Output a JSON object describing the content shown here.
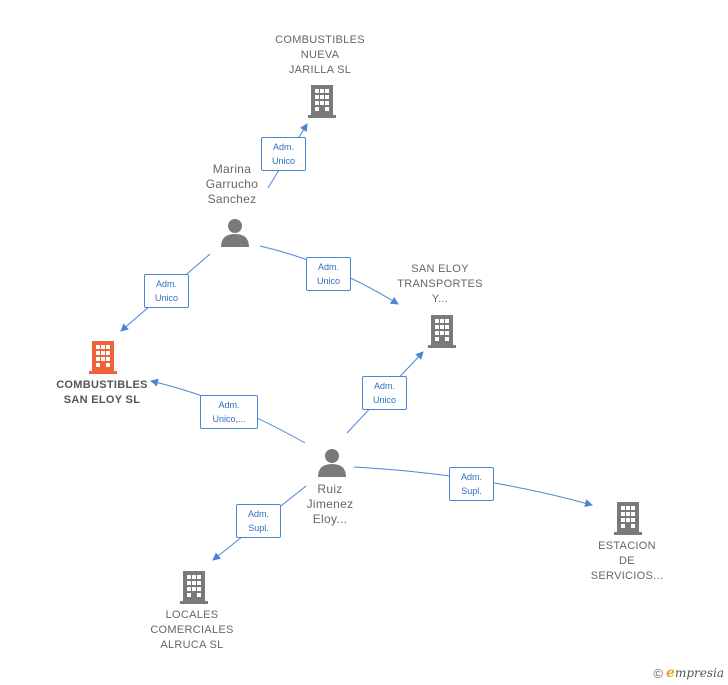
{
  "colors": {
    "edge": "#4a86d4",
    "node_gray": "#7a7a7a",
    "node_focus": "#f0623a"
  },
  "nodes": {
    "combustibles_nueva_jarilla": {
      "lines": [
        "COMBUSTIBLES",
        "NUEVA",
        "JARILLA  SL"
      ],
      "icon": "building-icon"
    },
    "marina_garrucho": {
      "lines": [
        "Marina",
        "Garrucho",
        "Sanchez"
      ],
      "icon": "person-icon"
    },
    "san_eloy_transportes": {
      "lines": [
        "SAN ELOY",
        "TRANSPORTES",
        "Y..."
      ],
      "icon": "building-icon"
    },
    "combustibles_san_eloy": {
      "lines": [
        "COMBUSTIBLES",
        "SAN ELOY  SL"
      ],
      "icon": "building-icon"
    },
    "ruiz_jimenez": {
      "lines": [
        "Ruiz",
        "Jimenez",
        "Eloy..."
      ],
      "icon": "person-icon"
    },
    "estacion_servicios": {
      "lines": [
        "ESTACION",
        "DE",
        "SERVICIOS..."
      ],
      "icon": "building-icon"
    },
    "locales_comerciales": {
      "lines": [
        "LOCALES",
        "COMERCIALES",
        "ALRUCA SL"
      ],
      "icon": "building-icon"
    }
  },
  "edges": [
    {
      "lines": [
        "Adm.",
        "Unico"
      ]
    },
    {
      "lines": [
        "Adm.",
        "Unico"
      ]
    },
    {
      "lines": [
        "Adm.",
        "Unico"
      ]
    },
    {
      "lines": [
        "Adm.",
        "Unico,..."
      ]
    },
    {
      "lines": [
        "Adm.",
        "Unico"
      ]
    },
    {
      "lines": [
        "Adm.",
        "Supl."
      ]
    },
    {
      "lines": [
        "Adm.",
        "Supl."
      ]
    }
  ],
  "footer": {
    "copyright": "©",
    "brand_initial": "e",
    "brand_rest": "mpresia"
  }
}
